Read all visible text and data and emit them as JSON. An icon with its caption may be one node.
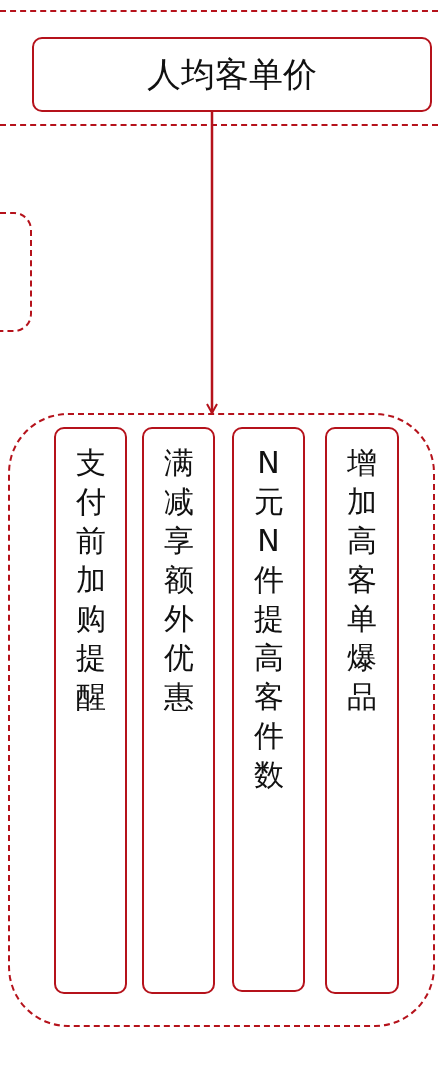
{
  "diagram": {
    "nodes": [
      {
        "text": [],
        "shape": "box"
      },
      {
        "text": [
          "人均客单价"
        ],
        "in": 0
      },
      {
        "text": [],
        "shape": "box"
      },
      {
        "text": [],
        "shape": "box"
      },
      {
        "text": [
          "支付前加购提醒"
        ],
        "in": 3
      },
      {
        "text": [
          "满减享额外优惠"
        ],
        "in": 3
      },
      {
        "text": [
          "N元N件提高客件数"
        ],
        "in": 3
      },
      {
        "text": [
          "增加高客单爆品"
        ],
        "in": 3
      }
    ],
    "edges": [
      {
        "from": 1,
        "to": 3,
        "arrow": "to"
      }
    ]
  }
}
